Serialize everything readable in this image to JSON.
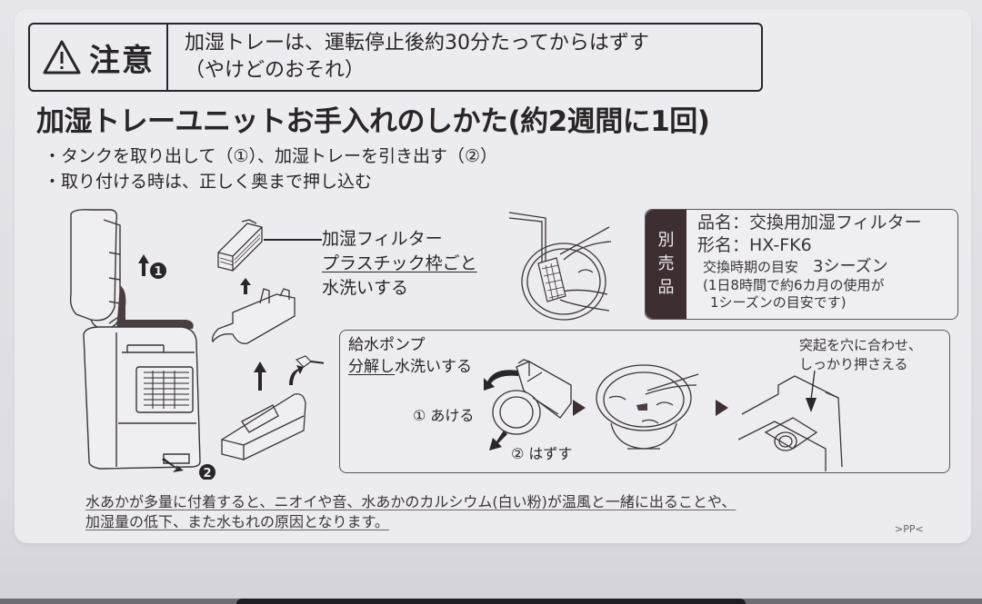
{
  "caution": {
    "icon": "warning-triangle-icon",
    "label": "注意",
    "line1": "加湿トレーは、運転停止後約30分たってからはずす",
    "line2": "（やけどのおそれ）"
  },
  "heading": "加湿トレーユニットお手入れのしかた(約2週間に1回)",
  "bullets": [
    "タンクを取り出して（①）、加湿トレーを引き出す（②）",
    "取り付ける時は、正しく奥まで押し込む"
  ],
  "unit_steps": {
    "step1": "1",
    "step2": "2"
  },
  "filter": {
    "line1": "加湿フィルター",
    "line2": "プラスチック枠ごと",
    "line3": "水洗いする"
  },
  "sold_separately": {
    "tag": [
      "別",
      "売",
      "品"
    ],
    "product_name": "品名：交換用加湿フィルター",
    "model": "形名：HX-FK6",
    "replace_label": "交換時期の目安",
    "replace_value": "3シーズン",
    "note1": "(1日8時間で約6カ月の使用が",
    "note2": "1シーズンの目安です)"
  },
  "pump": {
    "title": "給水ポンプ",
    "instr_underlined": "分解し",
    "instr_rest": "水洗いする",
    "step_open": "① あける",
    "step_remove": "② はずす",
    "reattach_note1": "突起を穴に合わせ、",
    "reattach_note2": "しっかり押さえる"
  },
  "footer": {
    "line1": "水あかが多量に付着すると、ニオイや音、水あかのカルシウム(白い粉)が温風と一緒に出ることや、",
    "line2": "加湿量の低下、また水もれの原因となります。"
  },
  "material_code": ">PP<",
  "colors": {
    "ink": "#2a2628",
    "label_bg": "#ecebef",
    "tag_bg": "#3c2e31"
  }
}
